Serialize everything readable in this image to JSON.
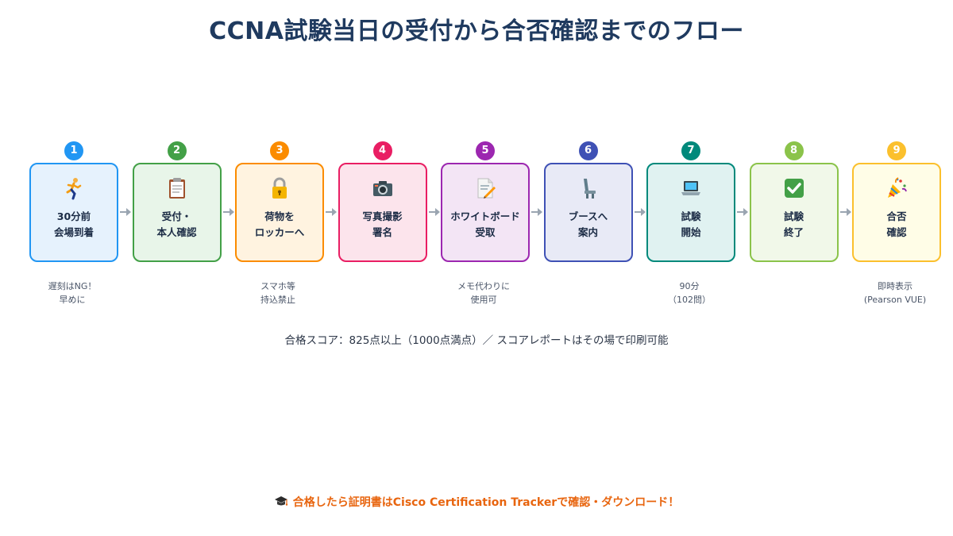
{
  "title": "CCNA試験当日の受付から合否確認までのフロー",
  "steps": [
    {
      "num": "1",
      "icon": "runner-icon",
      "lines": [
        "30分前",
        "会場到着"
      ],
      "note": [
        "遅刻はNG！",
        "早めに"
      ],
      "color": "#2196f3",
      "bg": "#e6f2fd"
    },
    {
      "num": "2",
      "icon": "clipboard-icon",
      "lines": [
        "受付・",
        "本人確認"
      ],
      "note": [],
      "color": "#43a047",
      "bg": "#e8f5e9"
    },
    {
      "num": "3",
      "icon": "lock-icon",
      "lines": [
        "荷物を",
        "ロッカーへ"
      ],
      "note": [
        "スマホ等",
        "持込禁止"
      ],
      "color": "#fb8c00",
      "bg": "#fff3e0"
    },
    {
      "num": "4",
      "icon": "camera-icon",
      "lines": [
        "写真撮影",
        "署名"
      ],
      "note": [],
      "color": "#e91e63",
      "bg": "#fce4ec"
    },
    {
      "num": "5",
      "icon": "memo-icon",
      "lines": [
        "ホワイトボード",
        "受取"
      ],
      "note": [
        "メモ代わりに",
        "使用可"
      ],
      "color": "#9c27b0",
      "bg": "#f3e5f5"
    },
    {
      "num": "6",
      "icon": "seat-icon",
      "lines": [
        "ブースへ",
        "案内"
      ],
      "note": [],
      "color": "#3f51b5",
      "bg": "#e8eaf6"
    },
    {
      "num": "7",
      "icon": "laptop-icon",
      "lines": [
        "試験",
        "開始"
      ],
      "note": [
        "90分",
        "（102問）"
      ],
      "color": "#00897b",
      "bg": "#e0f2f1"
    },
    {
      "num": "8",
      "icon": "check-icon",
      "lines": [
        "試験",
        "終了"
      ],
      "note": [],
      "color": "#8bc34a",
      "bg": "#f1f8e9"
    },
    {
      "num": "9",
      "icon": "party-icon",
      "lines": [
        "合否",
        "確認"
      ],
      "note": [
        "即時表示",
        "(Pearson VUE)"
      ],
      "color": "#fbc02d",
      "bg": "#fffde7"
    }
  ],
  "score_note": "合格スコア：825点以上（1000点満点）／ スコアレポートはその場で印刷可能",
  "footer": {
    "icon": "graduation-cap-icon",
    "text": "合格したら証明書はCisco Certification Trackerで確認・ダウンロード！"
  }
}
